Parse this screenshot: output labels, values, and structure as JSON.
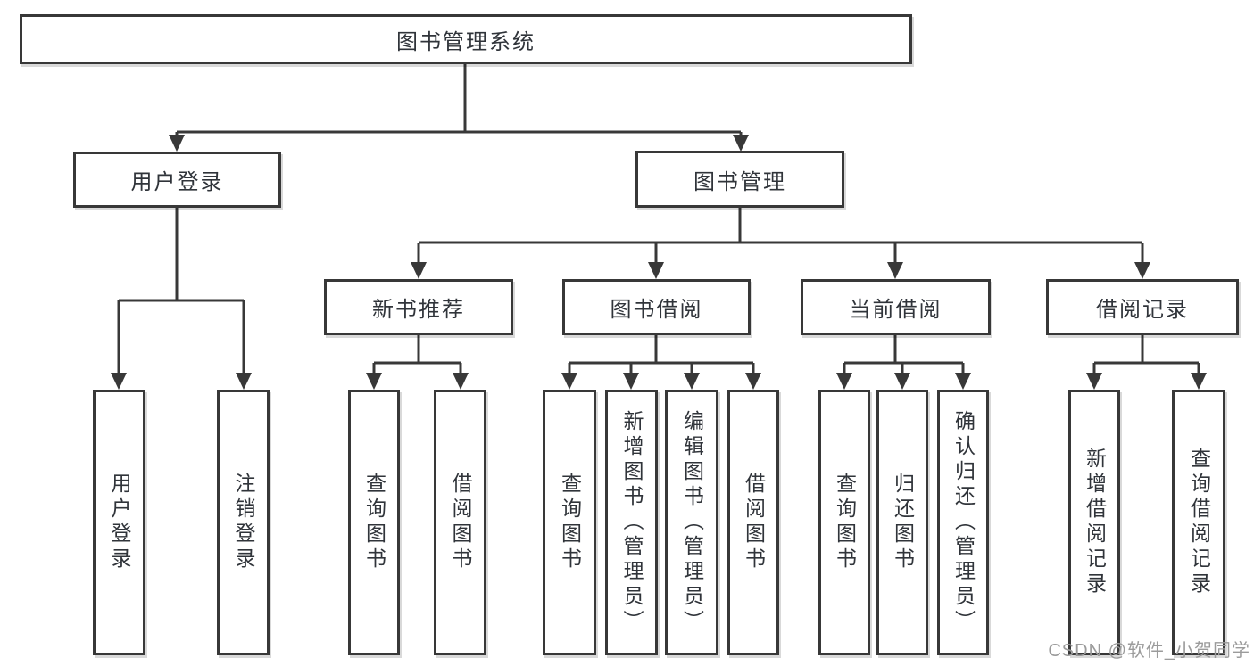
{
  "root_label": "图书管理系统",
  "branches": [
    {
      "label": "用户登录",
      "leaves": [
        "用户登录",
        "注销登录"
      ]
    },
    {
      "label": "图书管理",
      "children": [
        {
          "label": "新书推荐",
          "leaves": [
            "查询图书",
            "借阅图书"
          ]
        },
        {
          "label": "图书借阅",
          "leaves": [
            "查询图书",
            "新增图书（管理员）",
            "编辑图书（管理员）",
            "借阅图书"
          ]
        },
        {
          "label": "当前借阅",
          "leaves": [
            "查询图书",
            "归还图书",
            "确认归还（管理员）"
          ]
        },
        {
          "label": "借阅记录",
          "leaves": [
            "新增借阅记录",
            "查询借阅记录"
          ]
        }
      ]
    }
  ],
  "watermark": "CSDN @软件_小贺同学",
  "colors": {
    "line": "#383838",
    "text": "#30343a",
    "box_background": "#ffffff",
    "watermark": "#9b9b9b",
    "background": "#ffffff"
  }
}
